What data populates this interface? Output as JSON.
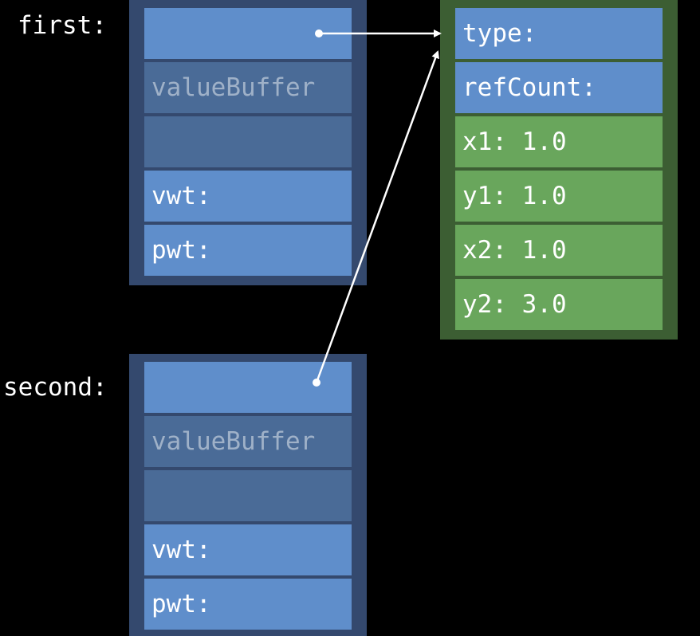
{
  "first": {
    "label": "first:",
    "cells": [
      "",
      "valueBuffer",
      "",
      "vwt:",
      "pwt:"
    ]
  },
  "second": {
    "label": "second:",
    "cells": [
      "",
      "valueBuffer",
      "",
      "vwt:",
      "pwt:"
    ]
  },
  "heap_object": {
    "header": [
      "type:",
      "refCount:"
    ],
    "fields": [
      "x1: 1.0",
      "y1: 1.0",
      "x2: 1.0",
      "y2: 3.0"
    ]
  },
  "colors": {
    "background": "#000000",
    "existential_container": "#34496e",
    "cell_blue": "#5f8ecb",
    "cell_dim": "#4a6b97",
    "heap_container": "#3c5e33",
    "cell_green": "#69a65c",
    "arrow": "#ffffff"
  }
}
